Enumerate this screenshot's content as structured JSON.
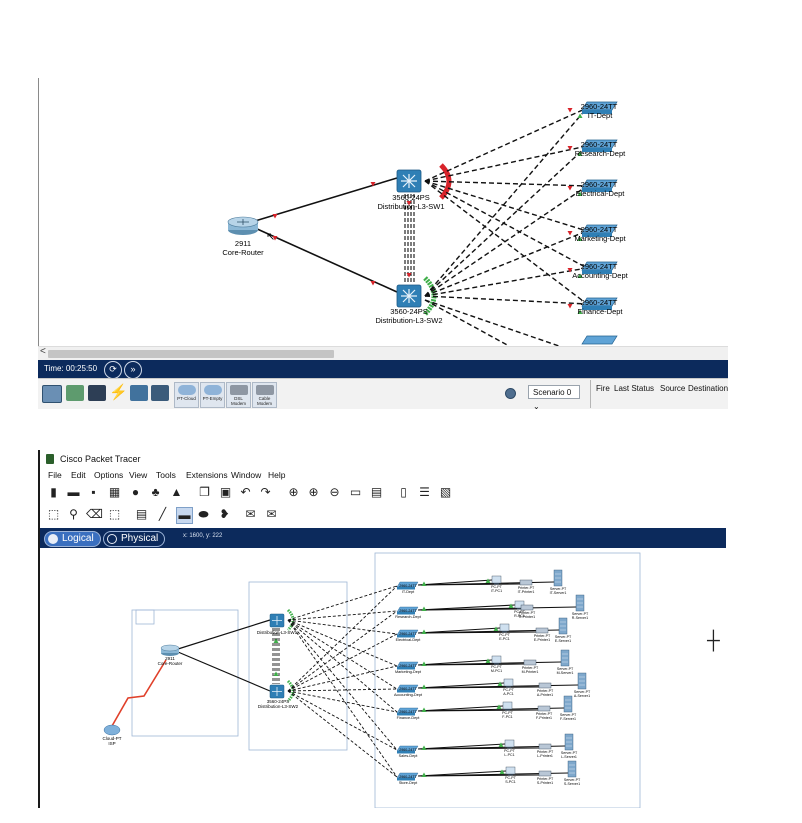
{
  "top": {
    "devices": {
      "router": {
        "model": "2911",
        "name": "Core-Router"
      },
      "sw1": {
        "model": "3560-24PS",
        "name": "Distribution-L3-SW1"
      },
      "sw2": {
        "model": "3560-24PS",
        "name": "Distribution-L3-SW2"
      },
      "access": [
        {
          "model": "2960-24TT",
          "name": "IT-Dept"
        },
        {
          "model": "2960-24TT",
          "name": "Research-Dept"
        },
        {
          "model": "2960-24TT",
          "name": "Electrical-Dept"
        },
        {
          "model": "2960-24TT",
          "name": "Marketing-Dept"
        },
        {
          "model": "2960-24TT",
          "name": "Accounting-Dept"
        },
        {
          "model": "2960-24TT",
          "name": "Finance-Dept"
        }
      ]
    },
    "time_label": "Time: 00:25:50",
    "scenario": "Scenario 0",
    "device_tiles": [
      "PT-Cloud",
      "PT-Empty",
      "DSL Modem",
      "Cable Modem"
    ],
    "pdu_columns": [
      "Fire",
      "Last Status",
      "Source",
      "Destination"
    ]
  },
  "app": {
    "title": "Cisco Packet Tracer",
    "menu": [
      "File",
      "Edit",
      "Options",
      "View",
      "Tools",
      "Extensions",
      "Window",
      "Help"
    ],
    "tabs": {
      "logical": "Logical",
      "physical": "Physical"
    },
    "coordinates": "x: 1600, y: 222"
  },
  "bottom": {
    "router": {
      "model": "2911",
      "name": "Core-Router"
    },
    "cloud": {
      "model": "Cloud-PT",
      "name": "ISP"
    },
    "sw1": {
      "model": "3560-24PS",
      "name": "Distribution-L3-SW1"
    },
    "sw2": {
      "model": "3560-24PS",
      "name": "Distribution-L3-SW2"
    },
    "access": [
      {
        "model": "2960-24TT",
        "name": "IT-Dept"
      },
      {
        "model": "2960-24TT",
        "name": "Research-Dept"
      },
      {
        "model": "2960-24TT",
        "name": "Electrical-Dept"
      },
      {
        "model": "2960-24TT",
        "name": "Marketing-Dept"
      },
      {
        "model": "2960-24TT",
        "name": "Accounting-Dept"
      },
      {
        "model": "2960-24TT",
        "name": "Finance-Dept"
      },
      {
        "model": "2960-24TT",
        "name": "Sales-Dept"
      },
      {
        "model": "2960-24TT",
        "name": "Store-Dept"
      }
    ],
    "pcs": [
      {
        "model": "PC-PT",
        "name": "IT-PC1"
      },
      {
        "model": "PC-PT",
        "name": "R-PC1"
      },
      {
        "model": "PC-PT",
        "name": "E-PC1"
      },
      {
        "model": "PC-PT",
        "name": "M-PC1"
      },
      {
        "model": "PC-PT",
        "name": "A-PC1"
      },
      {
        "model": "PC-PT",
        "name": "F-PC1"
      },
      {
        "model": "PC-PT",
        "name": "L-PC1"
      },
      {
        "model": "PC-PT",
        "name": "S-PC1"
      }
    ],
    "printers": [
      {
        "model": "Printer-PT",
        "name": "IT-Printer1"
      },
      {
        "model": "Printer-PT",
        "name": "R-Printer1"
      },
      {
        "model": "Printer-PT",
        "name": "E-Printer1"
      },
      {
        "model": "Printer-PT",
        "name": "M-Printer1"
      },
      {
        "model": "Printer-PT",
        "name": "A-Printer1"
      },
      {
        "model": "Printer-PT",
        "name": "F-Printer1"
      },
      {
        "model": "Printer-PT",
        "name": "L-Printer1"
      },
      {
        "model": "Printer-PT",
        "name": "S-Printer1"
      }
    ],
    "servers": [
      {
        "model": "Server-PT",
        "name": "IT-Server1"
      },
      {
        "model": "Server-PT",
        "name": "R-Server1"
      },
      {
        "model": "Server-PT",
        "name": "E-Server1"
      },
      {
        "model": "Server-PT",
        "name": "M-Server1"
      },
      {
        "model": "Server-PT",
        "name": "A-Server1"
      },
      {
        "model": "Server-PT",
        "name": "F-Server1"
      },
      {
        "model": "Server-PT",
        "name": "L-Server1"
      },
      {
        "model": "Server-PT",
        "name": "S-Server1"
      }
    ]
  },
  "colors": {
    "navy_bar": "#0c2a5c",
    "link_up": "#3fae49",
    "link_down": "#d8232a",
    "serial_link": "#e0402a",
    "switch_blue": "#2f7fb5"
  }
}
